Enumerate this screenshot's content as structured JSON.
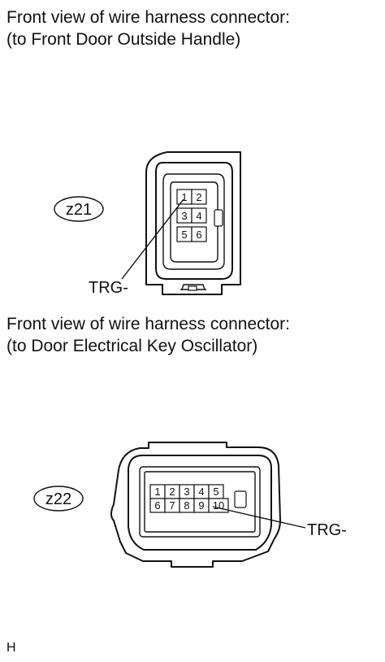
{
  "connector_1": {
    "caption_line1": "Front view of wire harness connector:",
    "caption_line2": "(to Front Door Outside Handle)",
    "code": "z21",
    "pins": [
      "1",
      "2",
      "3",
      "4",
      "5",
      "6"
    ],
    "terminal_label": "TRG-"
  },
  "connector_2": {
    "caption_line1": "Front view of wire harness connector:",
    "caption_line2": "(to Door Electrical Key Oscillator)",
    "code": "z22",
    "pins": [
      "1",
      "2",
      "3",
      "4",
      "5",
      "6",
      "7",
      "8",
      "9",
      "10"
    ],
    "terminal_label": "TRG-"
  },
  "figure_mark": "H"
}
